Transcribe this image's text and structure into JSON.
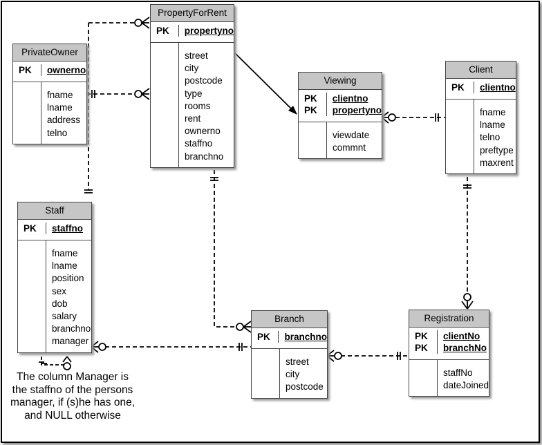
{
  "entities": {
    "property": {
      "title": "PropertyForRent",
      "pk": "PK",
      "key": "propertyno",
      "attrs": [
        "street",
        "city",
        "postcode",
        "type",
        "rooms",
        "rent",
        "ownerno",
        "staffno",
        "branchno"
      ]
    },
    "owner": {
      "title": "PrivateOwner",
      "pk": "PK",
      "key": "ownerno",
      "attrs": [
        "fname",
        "lname",
        "address",
        "telno"
      ]
    },
    "viewing": {
      "title": "Viewing",
      "pk1": "PK",
      "key1": "clientno",
      "pk2": "PK",
      "key2": "propertyno",
      "attrs": [
        "viewdate",
        "commnt"
      ]
    },
    "client": {
      "title": "Client",
      "pk": "PK",
      "key": "clientno",
      "attrs": [
        "fname",
        "lname",
        "telno",
        "preftype",
        "maxrent"
      ]
    },
    "staff": {
      "title": "Staff",
      "pk": "PK",
      "key": "staffno",
      "attrs": [
        "fname",
        "lname",
        "position",
        "sex",
        "dob",
        "salary",
        "branchno",
        "manager"
      ]
    },
    "branch": {
      "title": "Branch",
      "pk": "PK",
      "key": "branchno",
      "attrs": [
        "street",
        "city",
        "postcode"
      ]
    },
    "registration": {
      "title": "Registration",
      "pk1": "PK",
      "key1": "clientNo",
      "pk2": "PK",
      "key2": "branchNo",
      "attrs": [
        "staffNo",
        "dateJoined"
      ]
    }
  },
  "note": {
    "lines": [
      "The column Manager is",
      "the staffno of the persons",
      "manager, if (s)he has one,",
      "and NULL otherwise"
    ]
  }
}
